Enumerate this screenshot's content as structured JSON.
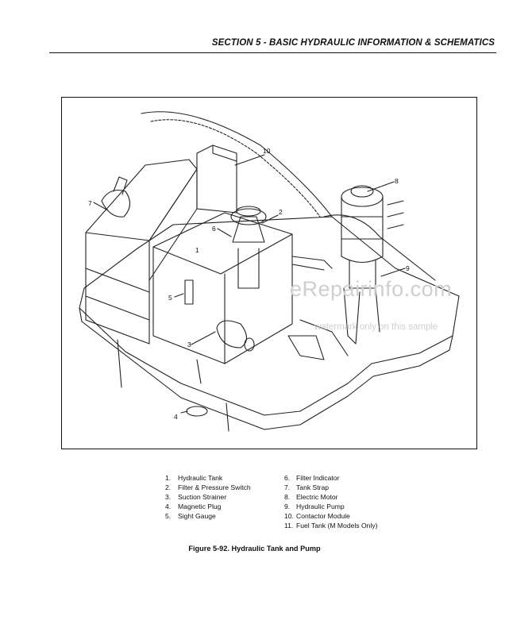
{
  "header": {
    "section_title": "SECTION 5 - BASIC HYDRAULIC INFORMATION & SCHEMATICS"
  },
  "figure": {
    "callouts": [
      "1",
      "2",
      "3",
      "4",
      "5",
      "6",
      "7",
      "8",
      "9",
      "10"
    ],
    "legend_left": [
      {
        "num": "1.",
        "label": "Hydraulic Tank"
      },
      {
        "num": "2.",
        "label": "Filter & Pressure Switch"
      },
      {
        "num": "3.",
        "label": "Suction Strainer"
      },
      {
        "num": "4.",
        "label": "Magnetic Plug"
      },
      {
        "num": "5.",
        "label": "Sight Gauge"
      }
    ],
    "legend_right": [
      {
        "num": "6.",
        "label": "Filter Indicator"
      },
      {
        "num": "7.",
        "label": "Tank Strap"
      },
      {
        "num": "8.",
        "label": "Electric Motor"
      },
      {
        "num": "9.",
        "label": "Hydraulic Pump"
      },
      {
        "num": "10.",
        "label": "Contactor Module"
      },
      {
        "num": "11.",
        "label": "Fuel Tank (M Models Only)"
      }
    ],
    "caption": "Figure 5-92.  Hydraulic Tank and Pump"
  },
  "watermark": {
    "site": "eRepairinfo.com",
    "note": "watermark only on this sample"
  }
}
